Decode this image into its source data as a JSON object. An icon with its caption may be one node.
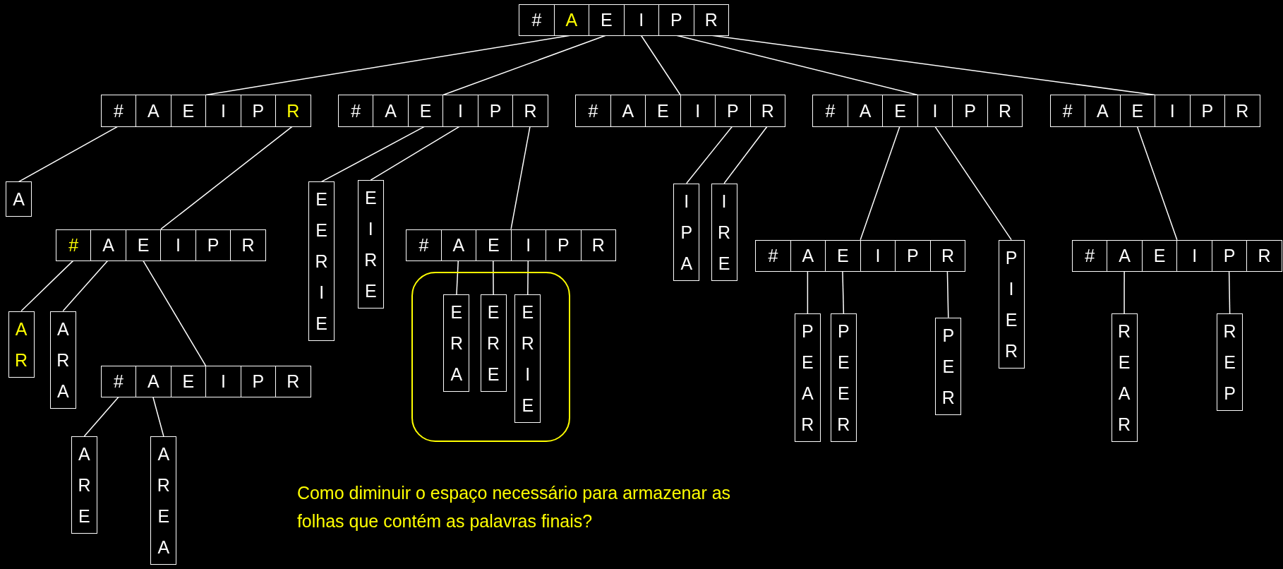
{
  "diagram": {
    "caption": "Como diminuir o espaço necessário para armazenar as folhas que contém as palavras finais?",
    "nodes": [
      {
        "text": [],
        "shape": "box"
      },
      {
        "text": [
          "#"
        ],
        "in": 0
      },
      {
        "text": [
          "A"
        ],
        "in": 0
      },
      {
        "text": [
          "E"
        ],
        "in": 0
      },
      {
        "text": [
          "I"
        ],
        "in": 0
      },
      {
        "text": [
          "P"
        ],
        "in": 0
      },
      {
        "text": [
          "R"
        ],
        "in": 0
      },
      {
        "text": [],
        "shape": "box"
      },
      {
        "text": [
          "#"
        ],
        "in": 7
      },
      {
        "text": [
          "A"
        ],
        "in": 7
      },
      {
        "text": [
          "E"
        ],
        "in": 7
      },
      {
        "text": [
          "I"
        ],
        "in": 7
      },
      {
        "text": [
          "P"
        ],
        "in": 7
      },
      {
        "text": [
          "R"
        ],
        "in": 7
      },
      {
        "text": [],
        "shape": "box"
      },
      {
        "text": [
          "#"
        ],
        "in": 14
      },
      {
        "text": [
          "A"
        ],
        "in": 14
      },
      {
        "text": [
          "E"
        ],
        "in": 14
      },
      {
        "text": [
          "I"
        ],
        "in": 14
      },
      {
        "text": [
          "P"
        ],
        "in": 14
      },
      {
        "text": [
          "R"
        ],
        "in": 14
      },
      {
        "text": [],
        "shape": "box"
      },
      {
        "text": [
          "#"
        ],
        "in": 21
      },
      {
        "text": [
          "A"
        ],
        "in": 21
      },
      {
        "text": [
          "E"
        ],
        "in": 21
      },
      {
        "text": [
          "I"
        ],
        "in": 21
      },
      {
        "text": [
          "P"
        ],
        "in": 21
      },
      {
        "text": [
          "R"
        ],
        "in": 21
      },
      {
        "text": [],
        "shape": "box"
      },
      {
        "text": [
          "#"
        ],
        "in": 28
      },
      {
        "text": [
          "A"
        ],
        "in": 28
      },
      {
        "text": [
          "E"
        ],
        "in": 28
      },
      {
        "text": [
          "I"
        ],
        "in": 28
      },
      {
        "text": [
          "P"
        ],
        "in": 28
      },
      {
        "text": [
          "R"
        ],
        "in": 28
      },
      {
        "text": [],
        "shape": "box"
      },
      {
        "text": [
          "#"
        ],
        "in": 35
      },
      {
        "text": [
          "A"
        ],
        "in": 35
      },
      {
        "text": [
          "E"
        ],
        "in": 35
      },
      {
        "text": [
          "I"
        ],
        "in": 35
      },
      {
        "text": [
          "P"
        ],
        "in": 35
      },
      {
        "text": [
          "R"
        ],
        "in": 35
      },
      {
        "text": [
          "A"
        ]
      },
      {
        "text": [],
        "shape": "box"
      },
      {
        "text": [
          "#"
        ],
        "in": 43
      },
      {
        "text": [
          "A"
        ],
        "in": 43
      },
      {
        "text": [
          "E"
        ],
        "in": 43
      },
      {
        "text": [
          "I"
        ],
        "in": 43
      },
      {
        "text": [
          "P"
        ],
        "in": 43
      },
      {
        "text": [
          "R"
        ],
        "in": 43
      },
      {
        "text": [
          "EERIE"
        ]
      },
      {
        "text": [
          "EIRE"
        ]
      },
      {
        "text": [],
        "shape": "box"
      },
      {
        "text": [
          "#"
        ],
        "in": 52
      },
      {
        "text": [
          "A"
        ],
        "in": 52
      },
      {
        "text": [
          "E"
        ],
        "in": 52
      },
      {
        "text": [
          "I"
        ],
        "in": 52
      },
      {
        "text": [
          "P"
        ],
        "in": 52
      },
      {
        "text": [
          "R"
        ],
        "in": 52
      },
      {
        "text": [
          "IPA"
        ]
      },
      {
        "text": [
          "IRE"
        ]
      },
      {
        "text": [],
        "shape": "box"
      },
      {
        "text": [
          "#"
        ],
        "in": 61
      },
      {
        "text": [
          "A"
        ],
        "in": 61
      },
      {
        "text": [
          "E"
        ],
        "in": 61
      },
      {
        "text": [
          "I"
        ],
        "in": 61
      },
      {
        "text": [
          "P"
        ],
        "in": 61
      },
      {
        "text": [
          "R"
        ],
        "in": 61
      },
      {
        "text": [
          "PIER"
        ]
      },
      {
        "text": [],
        "shape": "box"
      },
      {
        "text": [
          "#"
        ],
        "in": 69
      },
      {
        "text": [
          "A"
        ],
        "in": 69
      },
      {
        "text": [
          "E"
        ],
        "in": 69
      },
      {
        "text": [
          "I"
        ],
        "in": 69
      },
      {
        "text": [
          "P"
        ],
        "in": 69
      },
      {
        "text": [
          "R"
        ],
        "in": 69
      },
      {
        "text": [
          "AR"
        ]
      },
      {
        "text": [
          "ARA"
        ]
      },
      {
        "text": [],
        "shape": "box"
      },
      {
        "text": [
          "#"
        ],
        "in": 78
      },
      {
        "text": [
          "A"
        ],
        "in": 78
      },
      {
        "text": [
          "E"
        ],
        "in": 78
      },
      {
        "text": [
          "I"
        ],
        "in": 78
      },
      {
        "text": [
          "P"
        ],
        "in": 78
      },
      {
        "text": [
          "R"
        ],
        "in": 78
      },
      {
        "text": [],
        "shape": "box"
      },
      {
        "text": [
          "ERA"
        ],
        "in": 85
      },
      {
        "text": [
          "ERE"
        ],
        "in": 85
      },
      {
        "text": [
          "ERIE"
        ],
        "in": 85
      },
      {
        "text": [
          "PEAR"
        ]
      },
      {
        "text": [
          "PEER"
        ]
      },
      {
        "text": [
          "PER"
        ]
      },
      {
        "text": [
          "REAR"
        ]
      },
      {
        "text": [
          "REP"
        ]
      },
      {
        "text": [
          "ARE"
        ]
      },
      {
        "text": [
          "AREA"
        ]
      }
    ],
    "edges": [
      {
        "from": 2,
        "to": 7,
        "arrow": "none"
      },
      {
        "from": 3,
        "to": 14,
        "arrow": "none"
      },
      {
        "from": 4,
        "to": 21,
        "arrow": "none"
      },
      {
        "from": 5,
        "to": 28,
        "arrow": "none"
      },
      {
        "from": 6,
        "to": 35,
        "arrow": "none"
      },
      {
        "from": 8,
        "to": 42,
        "arrow": "none"
      },
      {
        "from": 13,
        "to": 43,
        "arrow": "none"
      },
      {
        "from": 17,
        "to": 50,
        "arrow": "none"
      },
      {
        "from": 18,
        "to": 51,
        "arrow": "none"
      },
      {
        "from": 20,
        "to": 52,
        "arrow": "none"
      },
      {
        "from": 26,
        "to": 59,
        "arrow": "none"
      },
      {
        "from": 27,
        "to": 60,
        "arrow": "none"
      },
      {
        "from": 31,
        "to": 61,
        "arrow": "none"
      },
      {
        "from": 32,
        "to": 68,
        "arrow": "none"
      },
      {
        "from": 38,
        "to": 69,
        "arrow": "none"
      },
      {
        "from": 44,
        "to": 76,
        "arrow": "none"
      },
      {
        "from": 45,
        "to": 77,
        "arrow": "none"
      },
      {
        "from": 46,
        "to": 78,
        "arrow": "none"
      },
      {
        "from": 54,
        "to": 86,
        "arrow": "none"
      },
      {
        "from": 55,
        "to": 87,
        "arrow": "none"
      },
      {
        "from": 56,
        "to": 88,
        "arrow": "none"
      },
      {
        "from": 63,
        "to": 89,
        "arrow": "none"
      },
      {
        "from": 64,
        "to": 90,
        "arrow": "none"
      },
      {
        "from": 67,
        "to": 91,
        "arrow": "none"
      },
      {
        "from": 71,
        "to": 92,
        "arrow": "none"
      },
      {
        "from": 74,
        "to": 93,
        "arrow": "none"
      },
      {
        "from": 79,
        "to": 94,
        "arrow": "none"
      },
      {
        "from": 80,
        "to": 95,
        "arrow": "none"
      }
    ]
  }
}
